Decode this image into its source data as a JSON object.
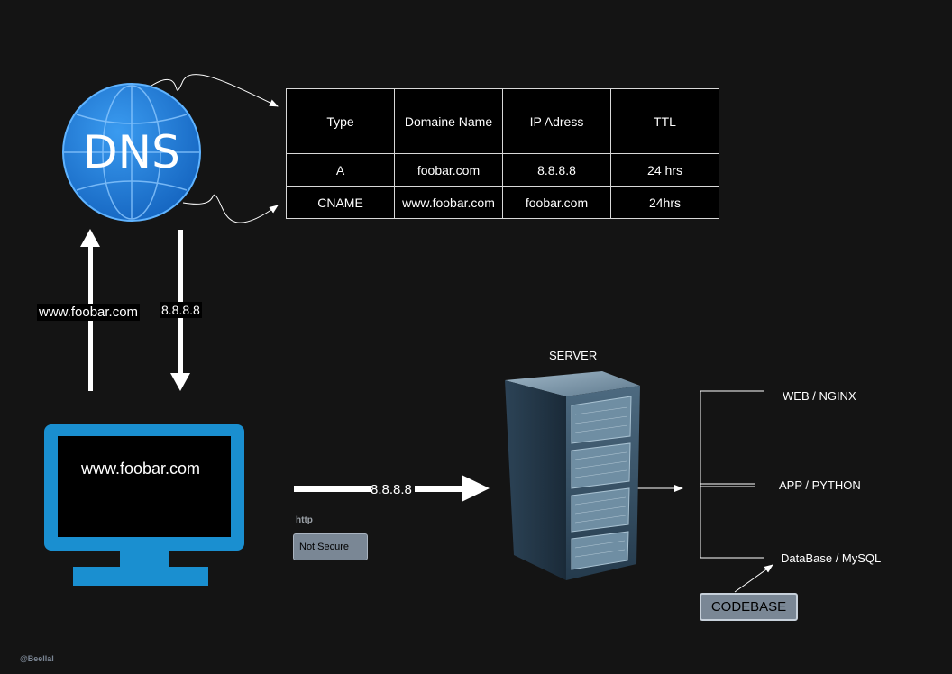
{
  "dns_icon": {
    "label": "DNS",
    "icon": "globe-icon",
    "color": "#1e7fd6"
  },
  "dns_table": {
    "headers": [
      "Type",
      "Domaine Name",
      "IP Adress",
      "TTL"
    ],
    "rows": [
      [
        "A",
        "foobar.com",
        "8.8.8.8",
        "24 hrs"
      ],
      [
        "CNAME",
        "www.foobar.com",
        "foobar.com",
        "24hrs"
      ]
    ]
  },
  "request_label": "www.foobar.com",
  "response_label": "8.8.8.8",
  "monitor": {
    "url": "www.foobar.com",
    "icon": "monitor-icon",
    "color": "#1a8fd0"
  },
  "connection": {
    "ip": "8.8.8.8",
    "protocol": "http",
    "security": "Not Secure"
  },
  "server": {
    "title": "SERVER",
    "icon": "server-rack-icon",
    "components": [
      "WEB / NGINX",
      "APP / PYTHON",
      "DataBase / MySQL"
    ]
  },
  "codebase": "CODEBASE",
  "credit": "@Beellal"
}
